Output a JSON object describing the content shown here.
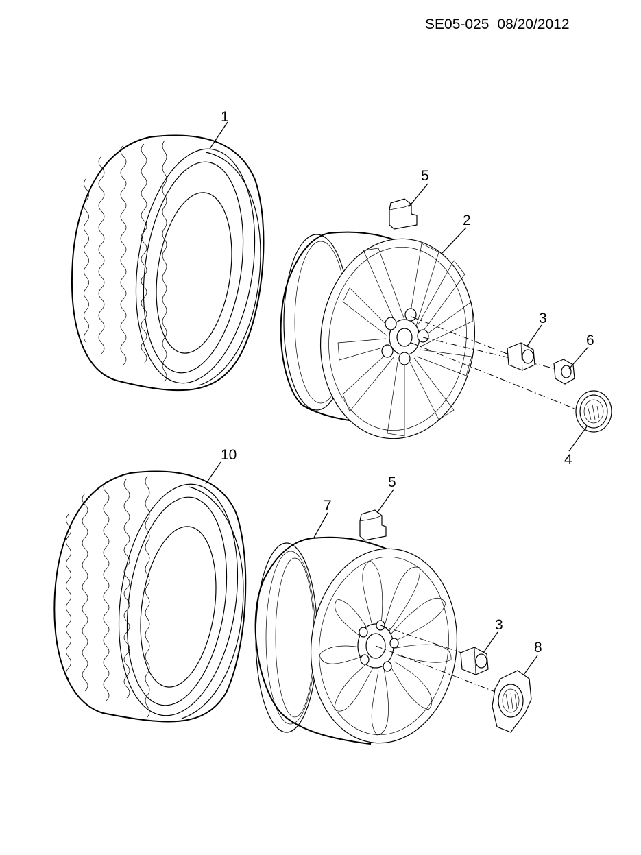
{
  "header": {
    "document_id": "SE05-025",
    "date": "08/20/2012"
  },
  "callouts": {
    "c1": "1",
    "c2": "2",
    "c3_top": "3",
    "c4": "4",
    "c5_top": "5",
    "c6": "6",
    "c10": "10",
    "c5_bottom": "5",
    "c7": "7",
    "c3_bottom": "3",
    "c8": "8"
  }
}
